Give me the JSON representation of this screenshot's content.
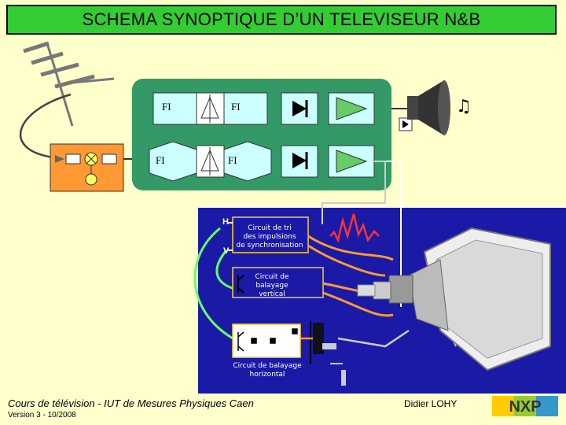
{
  "title": "SCHEMA SYNOPTIQUE D’UN TELEVISEUR N&B",
  "blocks": {
    "fi_label": "FI",
    "hv_label_h": "H",
    "hv_label_v": "V",
    "sync_circuit": [
      "Circuit de tri",
      "des impulsions",
      "de synchronisation"
    ],
    "vertical_circuit": [
      "Circuit de",
      "balayage",
      "vertical"
    ],
    "horizontal_circuit": [
      "Circuit de balayage",
      "horizontal"
    ]
  },
  "footer": {
    "course": "Cours de télévision - IUT de Mesures Physiques Caen",
    "version": "Version 3 - 10/2008",
    "author": "Didier LOHY",
    "logo": "NXP"
  },
  "colors": {
    "background": "#ffffcc",
    "title_bg": "#33cc33",
    "if_panel": "#339966",
    "crt_panel": "#1a1aa6",
    "tuner": "#ff9933",
    "wire_green": "#66ff66",
    "wire_orange": "#ff9933",
    "wire_gray": "#cccccc",
    "signal_red": "#ff3333"
  }
}
